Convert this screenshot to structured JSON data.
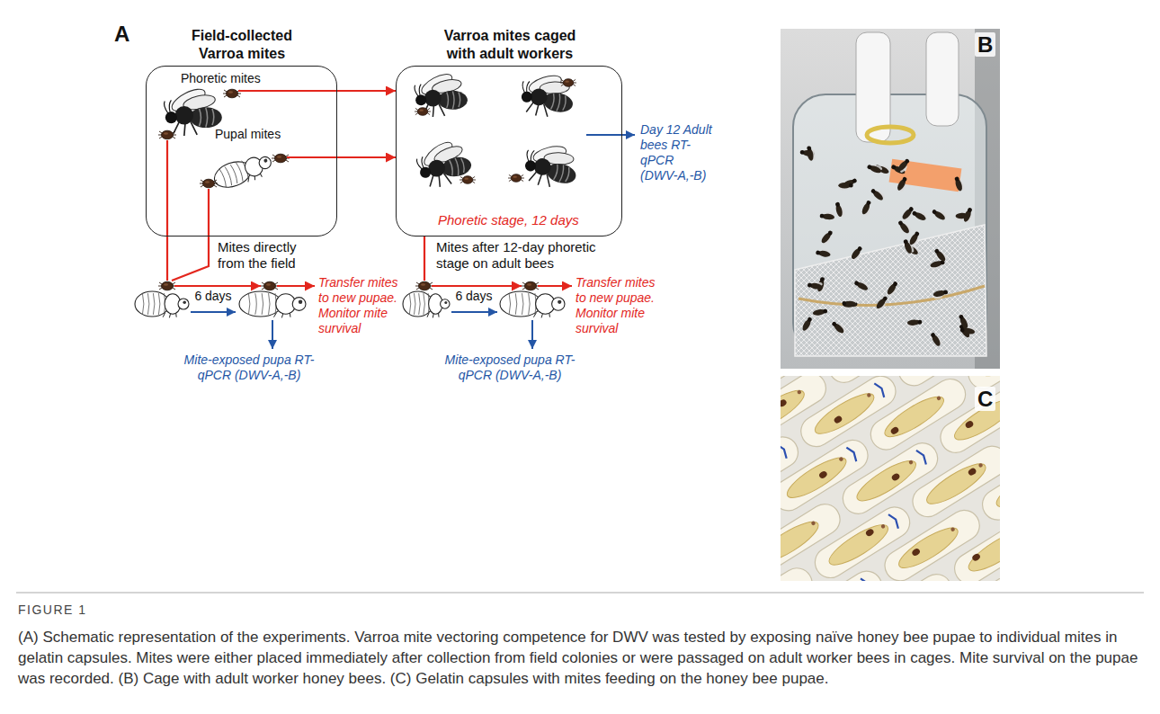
{
  "diagram": {
    "caption": "(A) Schematic representation of the experiments. Varroa mite vectoring competence for DWV was tested by exposing naïve honey bee pupae to individual mites in gelatin capsules. Mites were either placed immediately after collection from field colonies or were passaged on adult worker bees in cages. Mite survival on the pupae was recorded. (B) Cage with adult worker honey bees. (C) Gelatin capsules with mites feeding on the honey bee pupae.",
    "nodes": [
      {
        "text": [
          "Field-collected Varroa mites",
          "Phoretic mites",
          "Pupal mites"
        ]
      },
      {
        "text": [
          "Varroa mites caged with adult workers",
          "Phoretic stage, 12 days"
        ]
      }
    ],
    "edges": [
      {
        "from": 0,
        "to": 1,
        "arrow": "to"
      },
      {
        "from": 0,
        "to": 1,
        "arrow": "to"
      }
    ],
    "labels": [
      "A",
      "Mites directly from the field",
      "6 days",
      "Transfer mites to new pupae. Monitor mite survival",
      "Mite-exposed pupa RT-qPCR (DWV-A,-B)",
      "Day 12 Adult bees RT-qPCR (DWV-A,-B)",
      "Mites after 12-day phoretic stage on adult bees",
      "6 days",
      "Transfer mites to new pupae. Monitor mite survival",
      "Mite-exposed pupa RT-qPCR (DWV-A,-B)",
      "B",
      "C",
      "FIGURE 1"
    ]
  }
}
